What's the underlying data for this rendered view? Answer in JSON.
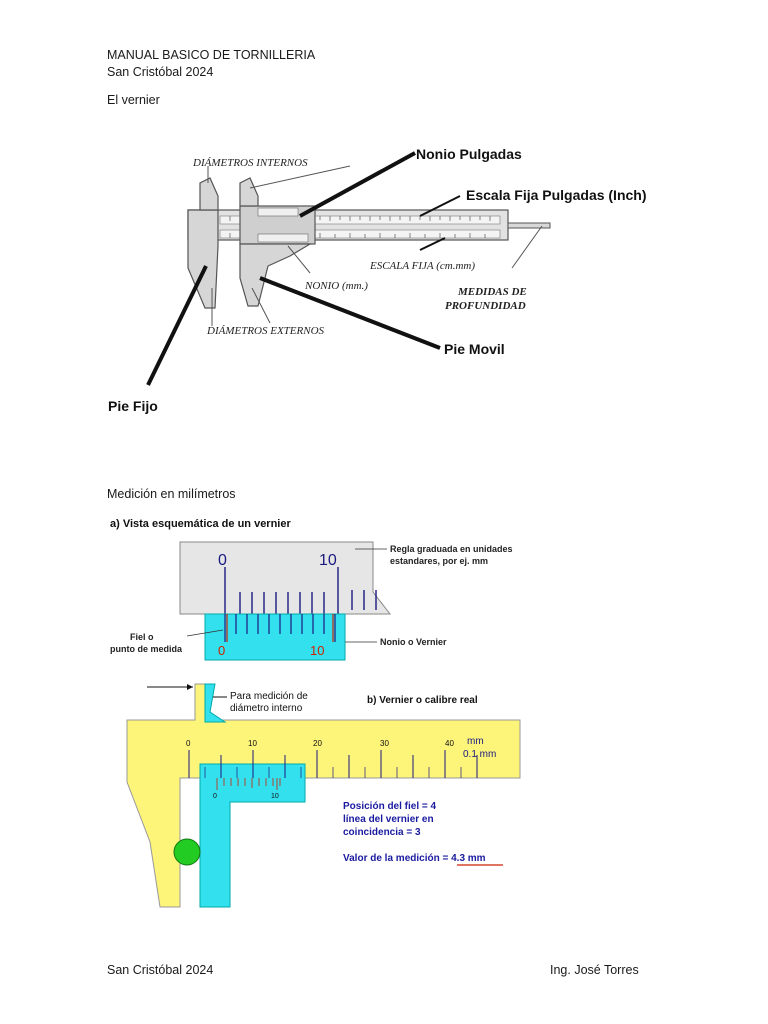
{
  "header": {
    "title": "MANUAL BASICO DE TORNILLERIA",
    "subtitle": "San Cristóbal 2024"
  },
  "section1": {
    "heading": "El vernier",
    "figure": {
      "labels": {
        "internal_diameters": "DIÁMETROS INTERNOS",
        "nonio_inches": "Nonio Pulgadas",
        "fixed_scale_inches": "Escala Fija Pulgadas (Inch)",
        "fixed_scale_cm": "ESCALA FIJA (cm.mm)",
        "nonio_mm": "NONIO (mm.)",
        "depth_1": "MEDIDAS DE",
        "depth_2": "PROFUNDIDAD",
        "external_diameters": "DIÁMETROS EXTERNOS",
        "movable_jaw": "Pie Movil",
        "fixed_jaw": "Pie Fijo"
      }
    }
  },
  "section2": {
    "heading": "Medición en milímetros",
    "figure": {
      "title_a": "a) Vista esquemática de un vernier",
      "scale_top_0": "0",
      "scale_top_10": "10",
      "scale_bottom_0": "0",
      "scale_bottom_10": "10",
      "ruler_note_1": "Regla graduada en unidades",
      "ruler_note_2": "estandares, por ej. mm",
      "fiel_1": "Fiel o",
      "fiel_2": "punto de medida",
      "nonio_note": "Nonio o Vernier",
      "internal_1": "Para medición de",
      "internal_2": "diámetro interno",
      "title_b": "b) Vernier o calibre real",
      "main_0": "0",
      "main_10": "10",
      "main_20": "20",
      "main_30": "30",
      "main_40": "40",
      "unit_mm": "mm",
      "unit_res": "0.1 mm",
      "vern_0": "0",
      "vern_10": "10",
      "pos_1": "Posición del fiel = 4",
      "pos_2": "línea del vernier en",
      "pos_3": "coincidencia = 3",
      "result_label": "Valor de la medición = ",
      "result_value": "4.3 mm"
    }
  },
  "footer": {
    "left": "San Cristóbal 2024",
    "right": "Ing. José Torres"
  },
  "colors": {
    "ruler_gray": "#e6e6e6",
    "nonio_cyan": "#33e0ee",
    "caliper_yellow": "#fdf47a",
    "scale_blue": "#1a1a80",
    "tick_red": "#cc2200",
    "ball_green": "#22cc22",
    "note_blue": "#1a1aa0"
  }
}
